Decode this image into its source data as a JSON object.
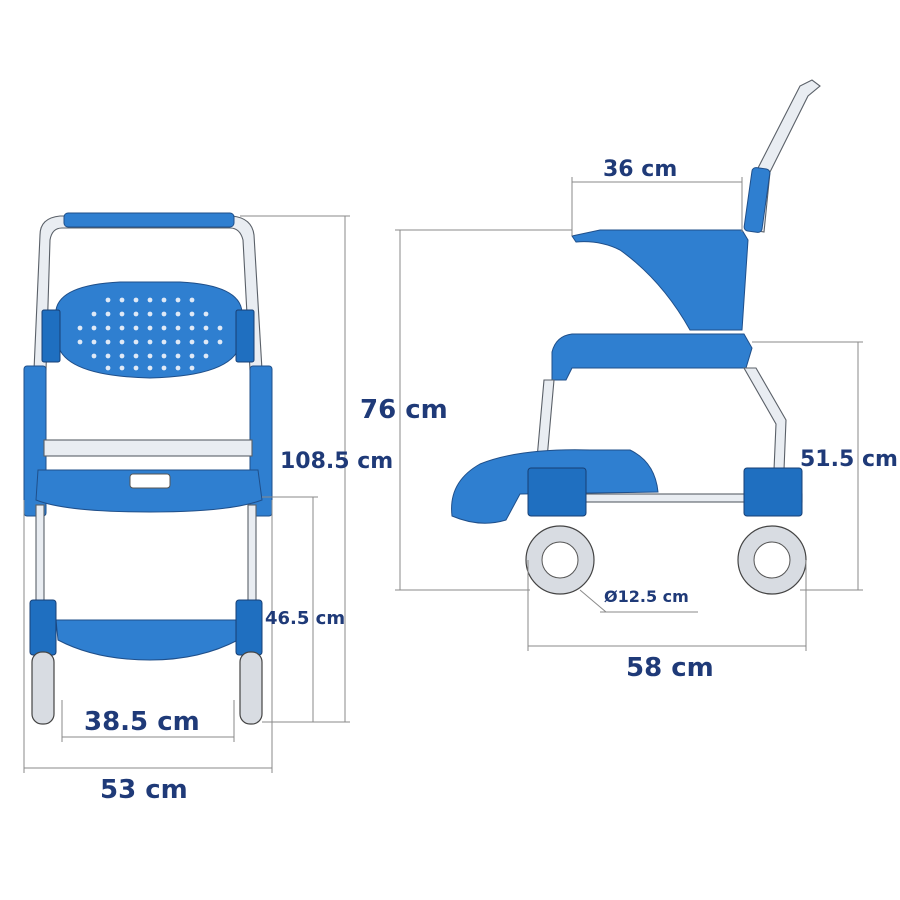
{
  "dimensions": {
    "front_height_total": "108.5 cm",
    "front_seat_height": "46.5 cm",
    "front_inner_width": "38.5 cm",
    "front_total_width": "53 cm",
    "side_armrest_length": "36 cm",
    "side_height": "76 cm",
    "side_seat_height": "51.5 cm",
    "side_wheel_diameter": "Ø12.5 cm",
    "side_depth": "58 cm"
  },
  "colors": {
    "chair_blue": "#2f7fd0",
    "dimension_text": "#1f3a78",
    "dimension_line": "#8a8a8a"
  }
}
